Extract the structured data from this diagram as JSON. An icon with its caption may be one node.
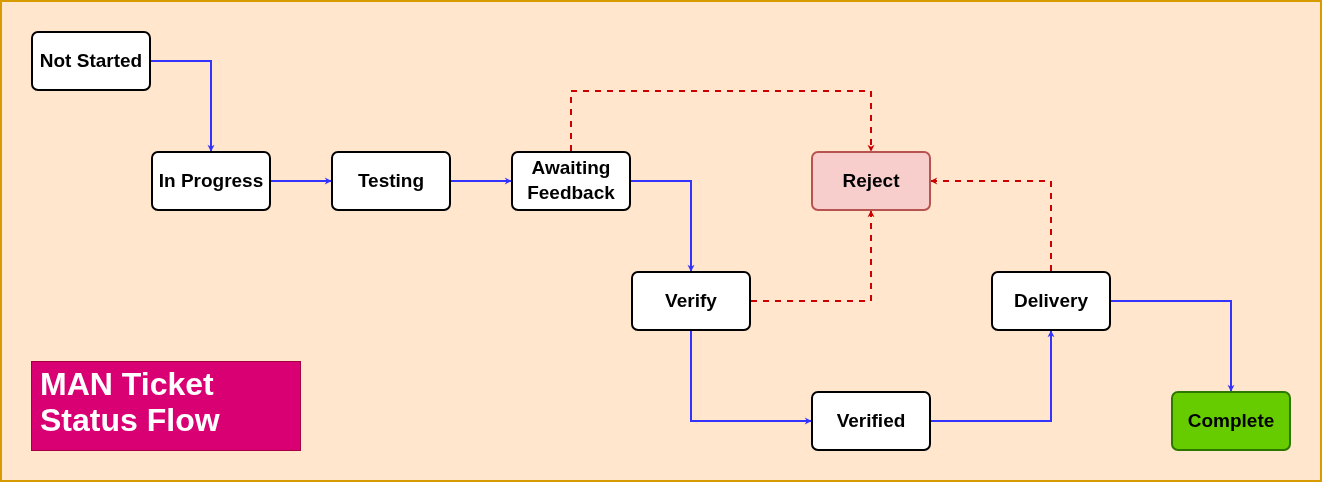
{
  "diagram": {
    "title": "MAN Ticket Status Flow",
    "nodes": [
      {
        "text": [
          "Not Started"
        ]
      },
      {
        "text": [
          "In Progress"
        ]
      },
      {
        "text": [
          "Testing"
        ]
      },
      {
        "text": [
          "Awaiting Feedback"
        ]
      },
      {
        "text": [
          "Reject"
        ]
      },
      {
        "text": [
          "Verify"
        ]
      },
      {
        "text": [
          "Verified"
        ]
      },
      {
        "text": [
          "Delivery"
        ]
      },
      {
        "text": [
          "Complete"
        ]
      }
    ],
    "edges": [
      {
        "from": 0,
        "to": 1,
        "arrow": "to"
      },
      {
        "from": 1,
        "to": 2,
        "arrow": "to"
      },
      {
        "from": 2,
        "to": 3,
        "arrow": "to"
      },
      {
        "from": 3,
        "to": 5,
        "arrow": "to"
      },
      {
        "from": 3,
        "to": 4,
        "arrow": "to",
        "style": "dashed",
        "color": "#cc0000"
      },
      {
        "from": 5,
        "to": 4,
        "arrow": "to",
        "style": "dashed",
        "color": "#cc0000"
      },
      {
        "from": 5,
        "to": 6,
        "arrow": "to"
      },
      {
        "from": 6,
        "to": 7,
        "arrow": "to"
      },
      {
        "from": 7,
        "to": 4,
        "arrow": "to",
        "style": "dashed",
        "color": "#cc0000"
      },
      {
        "from": 7,
        "to": 8,
        "arrow": "to"
      }
    ]
  }
}
